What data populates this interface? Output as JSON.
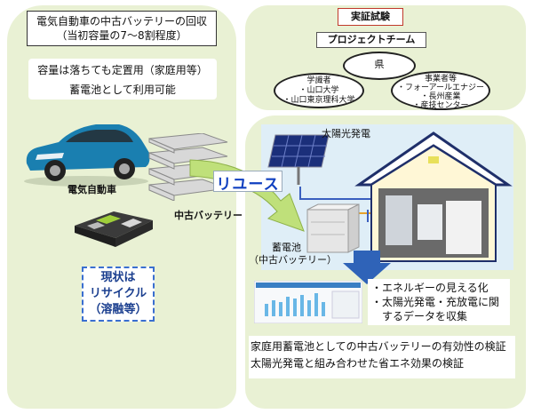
{
  "left": {
    "header_line1": "電気自動車の中古バッテリーの回収",
    "header_line2": "（当初容量の7～8割程度）",
    "info_line1": "容量は落ちても定置用（家庭用等）",
    "info_line2": "蓄電池として利用可能",
    "ev_label": "電気自動車",
    "battery_label": "中古バッテリー",
    "status_line1": "現状は",
    "status_line2": "リサイクル",
    "status_line3": "（溶融等）"
  },
  "right": {
    "title": "実証試験",
    "team_label": "プロジェクトチーム",
    "prefecture": "県",
    "academia_title": "学識者",
    "academia_1": "・山口大学",
    "academia_2": "・山口東京理科大学",
    "business_title": "事業者等",
    "business_1": "・フォーアールエナジー",
    "business_2": "・長州産業",
    "business_3": "・産技センター",
    "solar_label": "太陽光発電",
    "reuse_label": "リユース",
    "storage_line1": "蓄電池",
    "storage_line2": "（中古バッテリー）",
    "bullet1": "・エネルギーの見える化",
    "bullet2a": "・太陽光発電・充放電に関",
    "bullet2b": "　するデータを収集",
    "result_line1": "家庭用蓄電池としての中古バッテリーの有効性の検証",
    "result_line2": "太陽光発電と組み合わせた省エネ効果の検証"
  },
  "colors": {
    "panel": "#e9f1d4",
    "arrow_green": "#bfe07a",
    "arrow_blue": "#2f63b8",
    "reuse_text": "#1040c0",
    "car_body": "#1a7fb0",
    "status_text": "#1b3f8f"
  }
}
